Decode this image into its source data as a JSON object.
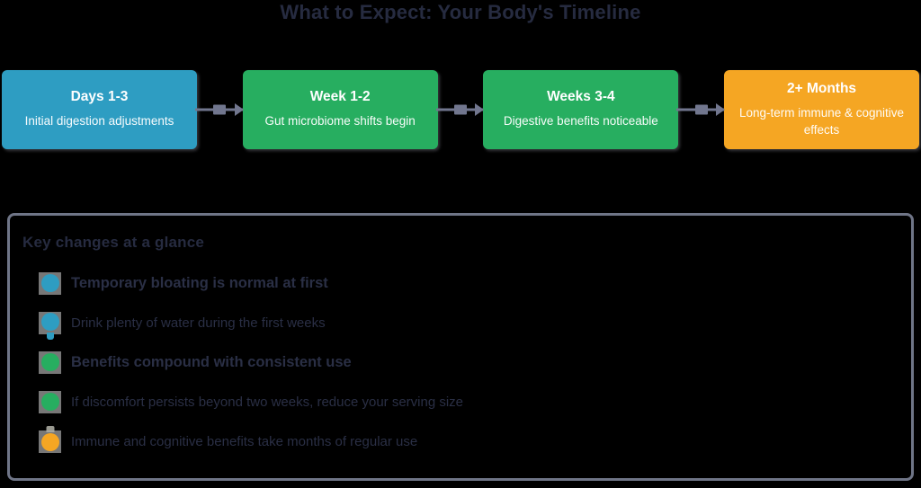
{
  "title": "What to Expect: Your Body's Timeline",
  "colors": {
    "accent_blue": "#2E9DC2",
    "accent_green": "#27AE60",
    "accent_orange": "#F5A623",
    "arrow": "#71768E",
    "panel_border": "#6F7587",
    "dark_text": "#262B40"
  },
  "timeline": {
    "stages": [
      {
        "label": "Days 1-3",
        "description": "Initial digestion adjustments",
        "color": "#2E9DC2"
      },
      {
        "label": "Week 1-2",
        "description": "Gut microbiome shifts begin",
        "color": "#27AE60"
      },
      {
        "label": "Weeks 3-4",
        "description": "Digestive benefits noticeable",
        "color": "#27AE60"
      },
      {
        "label": "2+ Months",
        "description": "Long-term immune & cognitive effects",
        "color": "#F5A623"
      }
    ]
  },
  "panel": {
    "heading": "Key changes at a glance",
    "bullets": [
      {
        "text": "Temporary bloating is normal at first",
        "bold": true,
        "marker_color": "#2E9DC2"
      },
      {
        "text": "Drink plenty of water during the first weeks",
        "bold": false,
        "marker_color": "#2E9DC2"
      },
      {
        "text": "Benefits compound with consistent use",
        "bold": true,
        "marker_color": "#27AE60"
      },
      {
        "text": "If discomfort persists beyond two weeks, reduce your serving size",
        "bold": false,
        "marker_color": "#27AE60"
      },
      {
        "text": "Immune and cognitive benefits take months of regular use",
        "bold": false,
        "marker_color": "#F5A623"
      }
    ]
  }
}
